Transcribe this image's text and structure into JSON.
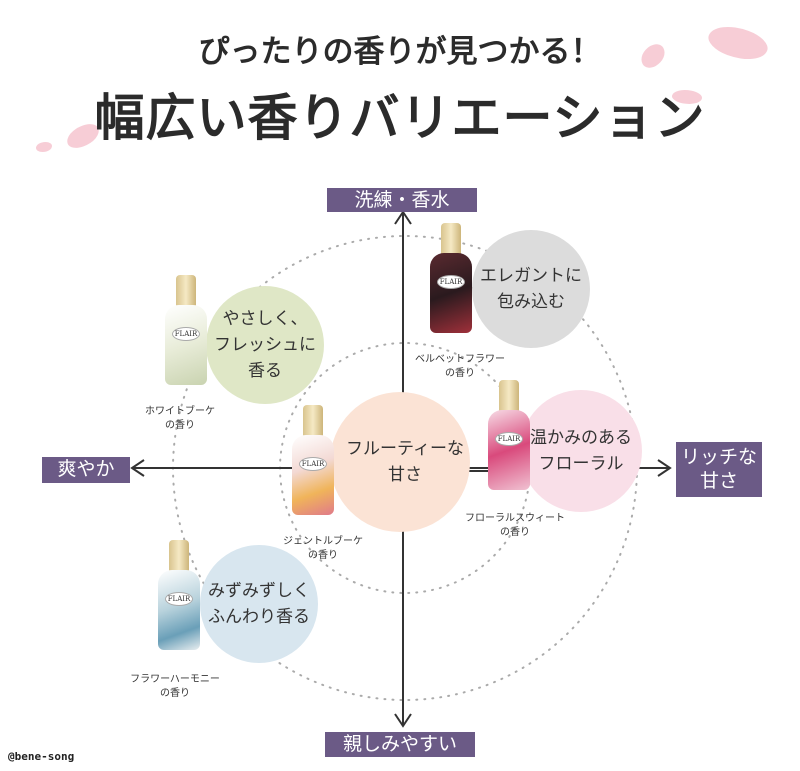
{
  "header": {
    "subtitle": "ぴったりの香りが見つかる！",
    "title": "幅広い香りバリエーション"
  },
  "axes": {
    "top": "洗練・香水",
    "bottom": "親しみやすい",
    "left": "爽やか",
    "right": "リッチな\n甘さ"
  },
  "products": [
    {
      "bubble": "やさしく、\nフレッシュに\n香る",
      "caption": "ホワイトブーケ\nの香り",
      "color": "#dfe7c6",
      "bottle": "#e8ecd8",
      "logo": "FLAIR"
    },
    {
      "bubble": "エレガントに\n包み込む",
      "caption": "ベルベットフラワー\nの香り",
      "color": "#dcdcdc",
      "bottle": "#3a2228",
      "logo": "FLAIR"
    },
    {
      "bubble": "フルーティーな\n甘さ",
      "caption": "ジェントルブーケ\nの香り",
      "color": "#fbe3d5",
      "bottle": "#f3d9d4",
      "logo": "FLAIR"
    },
    {
      "bubble": "温かみのある\nフローラル",
      "caption": "フローラルスウィート\nの香り",
      "color": "#f9dfe8",
      "bottle": "#d94a7c",
      "logo": "FLAIR"
    },
    {
      "bubble": "みずみずしく\nふんわり香る",
      "caption": "フラワーハーモニー\nの香り",
      "color": "#d8e6ef",
      "bottle": "#b8d2dc",
      "logo": "FLAIR"
    }
  ],
  "watermark": "@bene-song"
}
